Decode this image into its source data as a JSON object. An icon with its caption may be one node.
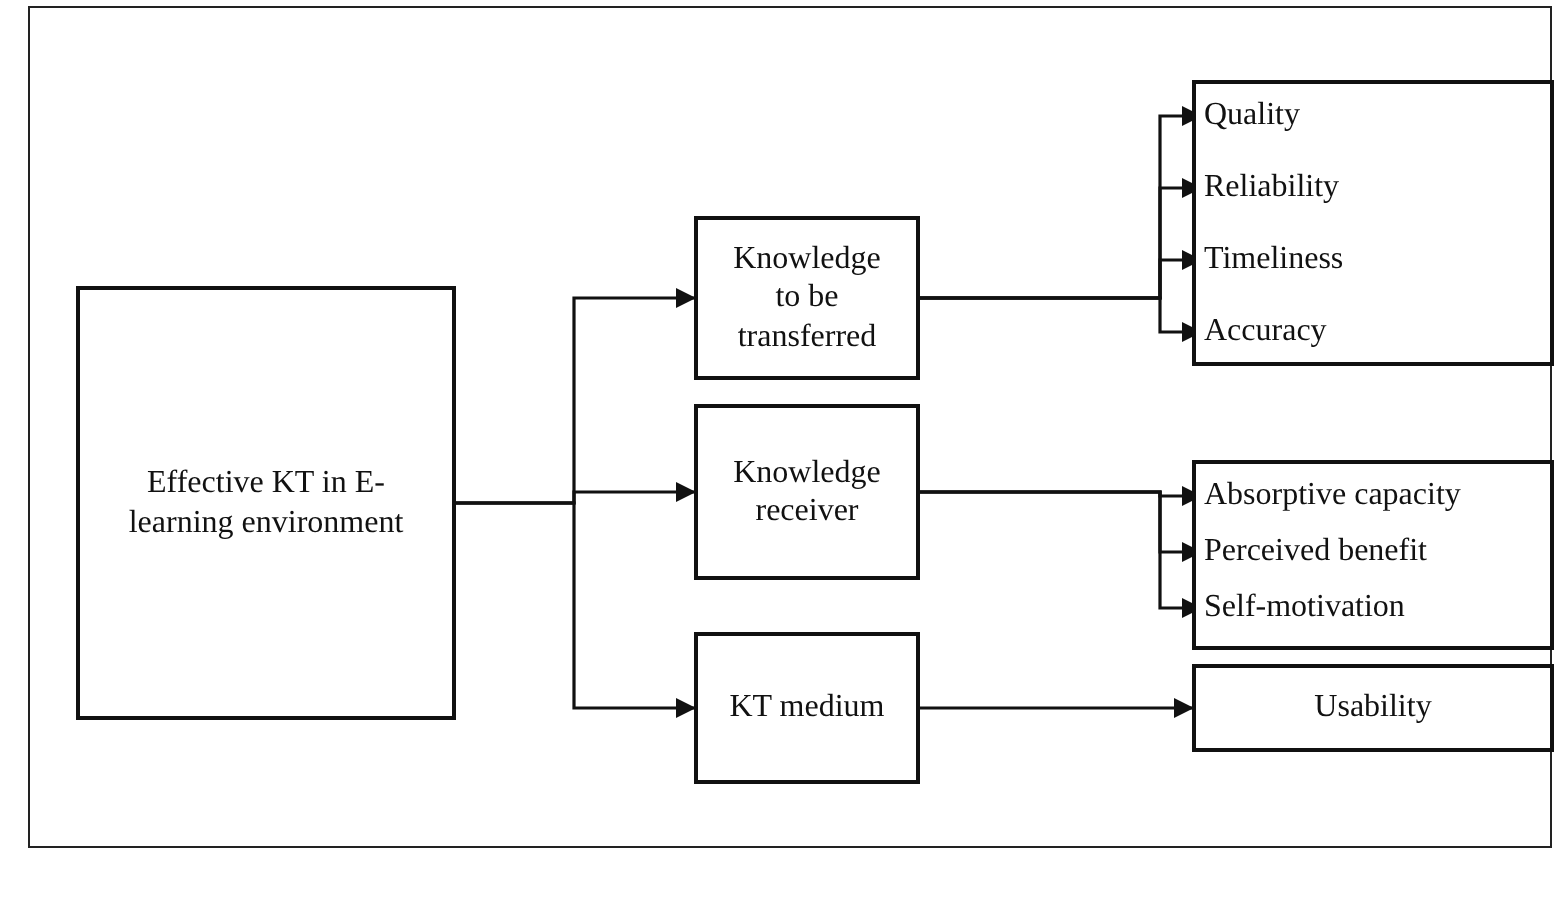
{
  "diagram": {
    "nodes": [
      {
        "text": [
          "Effective KT in E-learning environment"
        ]
      },
      {
        "text": [
          "Knowledge to be transferred"
        ]
      },
      {
        "text": [
          "Knowledge receiver"
        ]
      },
      {
        "text": [
          "KT medium"
        ]
      },
      {
        "text": [],
        "shape": "box"
      },
      {
        "text": [
          "Quality"
        ],
        "in": 4
      },
      {
        "text": [
          "Reliability"
        ],
        "in": 4
      },
      {
        "text": [
          "Timeliness"
        ],
        "in": 4
      },
      {
        "text": [
          "Accuracy"
        ],
        "in": 4
      },
      {
        "text": [],
        "shape": "box"
      },
      {
        "text": [
          "Absorptive capacity"
        ],
        "in": 9
      },
      {
        "text": [
          "Perceived benefit"
        ],
        "in": 9
      },
      {
        "text": [
          "Self-motivation"
        ],
        "in": 9
      },
      {
        "text": [
          "Usability"
        ]
      }
    ],
    "edges": [
      {
        "from": 0,
        "to": 1,
        "arrow": "to"
      },
      {
        "from": 0,
        "to": 2,
        "arrow": "to"
      },
      {
        "from": 0,
        "to": 3,
        "arrow": "to"
      },
      {
        "from": 1,
        "to": 5,
        "arrow": "to"
      },
      {
        "from": 1,
        "to": 6,
        "arrow": "to"
      },
      {
        "from": 1,
        "to": 7,
        "arrow": "to"
      },
      {
        "from": 1,
        "to": 8,
        "arrow": "to"
      },
      {
        "from": 2,
        "to": 10,
        "arrow": "to"
      },
      {
        "from": 2,
        "to": 11,
        "arrow": "to"
      },
      {
        "from": 2,
        "to": 12,
        "arrow": "to"
      },
      {
        "from": 3,
        "to": 13,
        "arrow": "to"
      }
    ]
  }
}
